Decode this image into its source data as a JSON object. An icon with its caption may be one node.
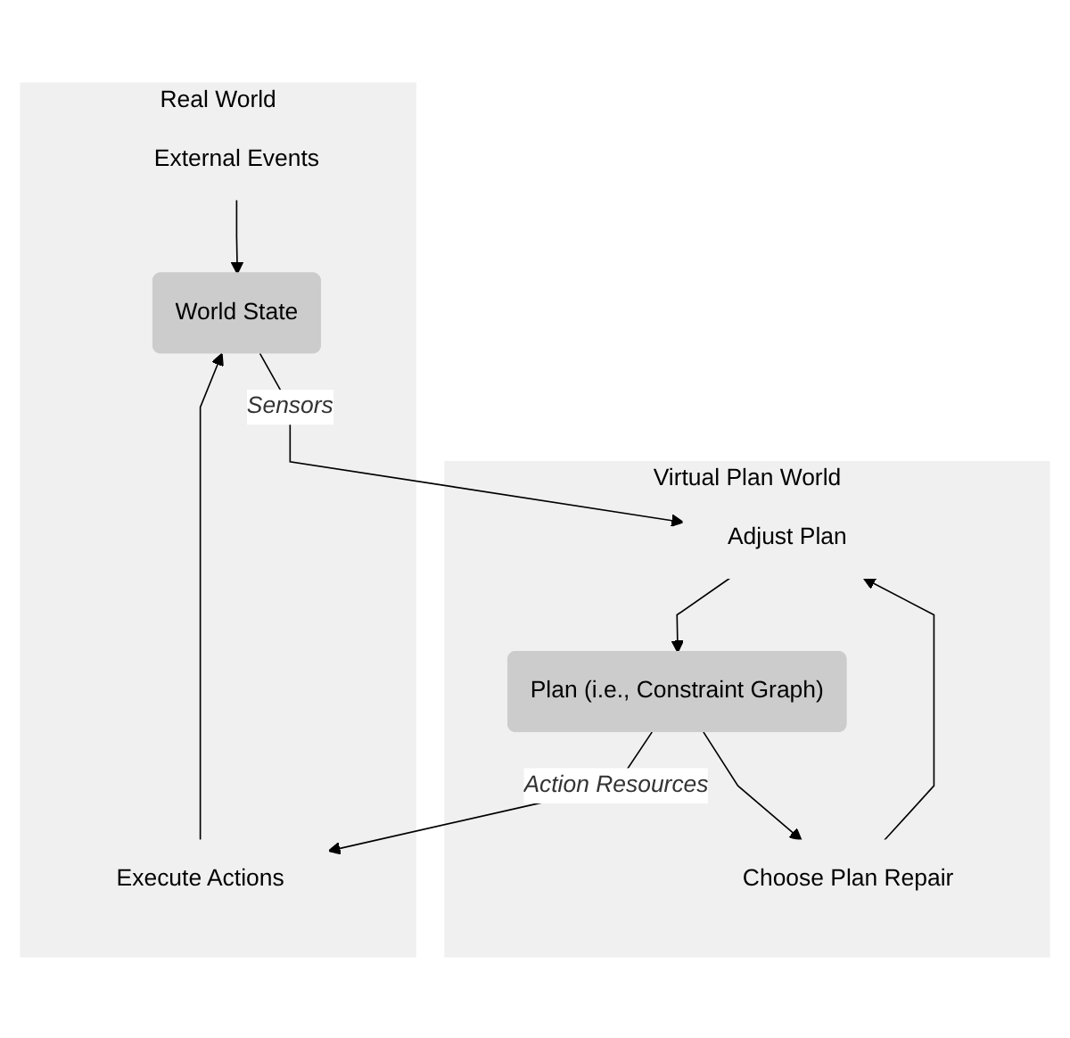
{
  "diagram": {
    "nodes": [
      {
        "text": [
          "Real World"
        ]
      },
      {
        "text": [
          "External Events"
        ],
        "in": 0
      },
      {
        "text": [
          "World State"
        ],
        "in": 0
      },
      {
        "text": [
          "Execute Actions"
        ],
        "in": 0
      },
      {
        "text": [
          "Virtual Plan World"
        ]
      },
      {
        "text": [
          "Adjust Plan"
        ],
        "in": 4
      },
      {
        "text": [
          "Plan (i.e., Constraint Graph)"
        ],
        "in": 4
      },
      {
        "text": [
          "Choose Plan Repair"
        ],
        "in": 4
      }
    ],
    "edges": [
      {
        "from": 1,
        "to": 2,
        "arrow": "to"
      },
      {
        "from": 3,
        "to": 2,
        "arrow": "to"
      },
      {
        "from": 2,
        "to": 5,
        "arrow": "to",
        "label": "Sensors"
      },
      {
        "from": 6,
        "to": 3,
        "arrow": "to",
        "label": "Action Resources"
      },
      {
        "from": 5,
        "to": 6,
        "arrow": "to"
      },
      {
        "from": 6,
        "to": 7,
        "arrow": "to"
      },
      {
        "from": 7,
        "to": 5,
        "arrow": "to"
      }
    ]
  }
}
